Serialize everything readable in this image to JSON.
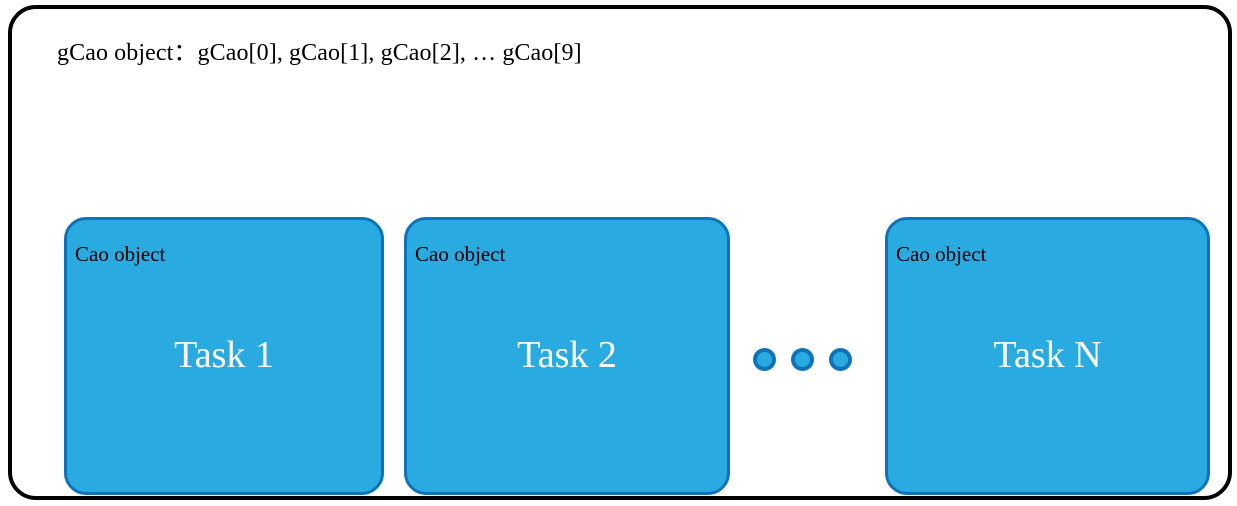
{
  "diagram": {
    "header": {
      "label": "gCao object：gCao[0],  gCao[1],  gCao[2],  … gCao[9]"
    },
    "boxes": [
      {
        "tag": "Cao object",
        "title": "Task 1"
      },
      {
        "tag": "Cao object",
        "title": "Task 2"
      },
      {
        "tag": "Cao object",
        "title": "Task N"
      }
    ],
    "ellipsis": {
      "dot_count": 3,
      "meaning": "continuation"
    },
    "colors": {
      "box_fill": "#29AAE1",
      "box_border": "#0E73B9",
      "container_border": "#000000",
      "background": "#FFFFFF",
      "title_text": "#FFFFFF",
      "label_text": "#000000"
    }
  }
}
